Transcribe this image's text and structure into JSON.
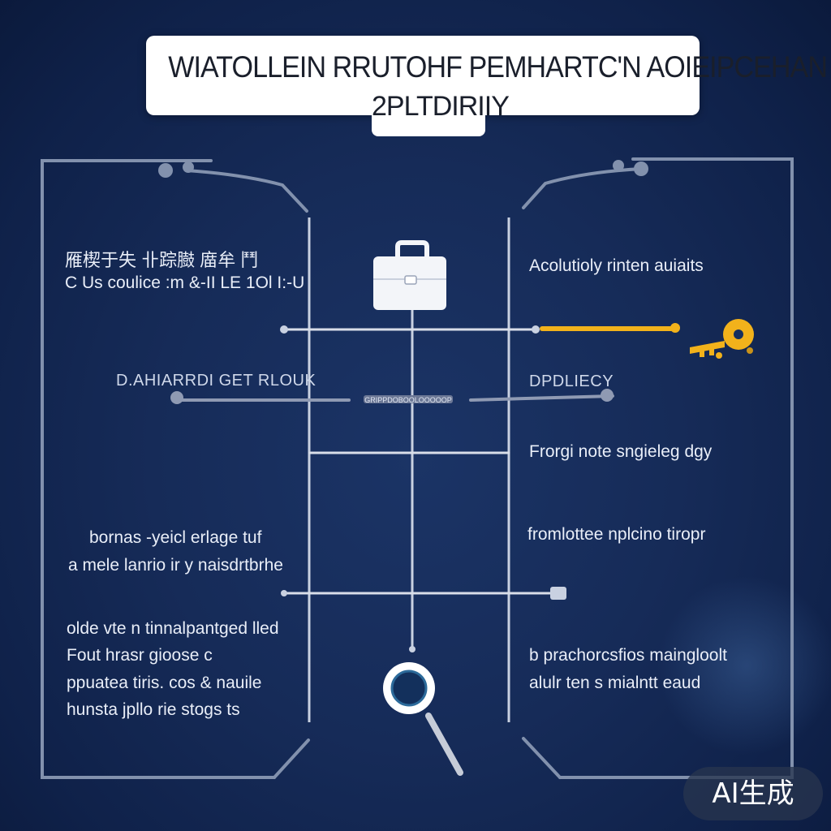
{
  "title": {
    "line1": "WIATOLLEIN RRUTOHF PEMHARTC'N AOIEIPCEHAN",
    "line2": "2PLTDIRIIY"
  },
  "left_column": {
    "block1_line1": "雁楔于失 卝踪臌 庿牟 鬥",
    "block1_line2": "C Us coulice :m &-II LE 1Ol I:-U",
    "label1": "D.AHIARRDI GET RLOUK",
    "block2_line1": "bornas -yeicl erlage tuf",
    "block2_line2": "a mele lanrio ir y naisdrtbrhe",
    "block3_line1": "olde vte n tinnalpantged lled",
    "block3_line2": "Fout hrasr gioose c",
    "block3_line3": "ppuatea tiris.   cos & nauile",
    "block3_line4": "hunsta jpllo rie stogs ts"
  },
  "right_column": {
    "block1": "Acolutioly rinten auiaits",
    "label1": "DPDLIECY",
    "block2": "Frorgi note sngieleg dgy",
    "block3": "fromlottee nplcino tiropr",
    "block4_line1": "b prachorcsfios maingloolt",
    "block4_line2": "alulr ten s mialntt eaud"
  },
  "center": {
    "connector_text": "GRIPPDOBOOLOOOOOP"
  },
  "icons": {
    "top": "briefcase-icon",
    "bottom": "magnifier-icon",
    "right": "key-icon"
  },
  "colors": {
    "accent_gold": "#f2b21b",
    "line": "#d9dee9",
    "frame": "#8291ad"
  },
  "watermark": "AI生成"
}
